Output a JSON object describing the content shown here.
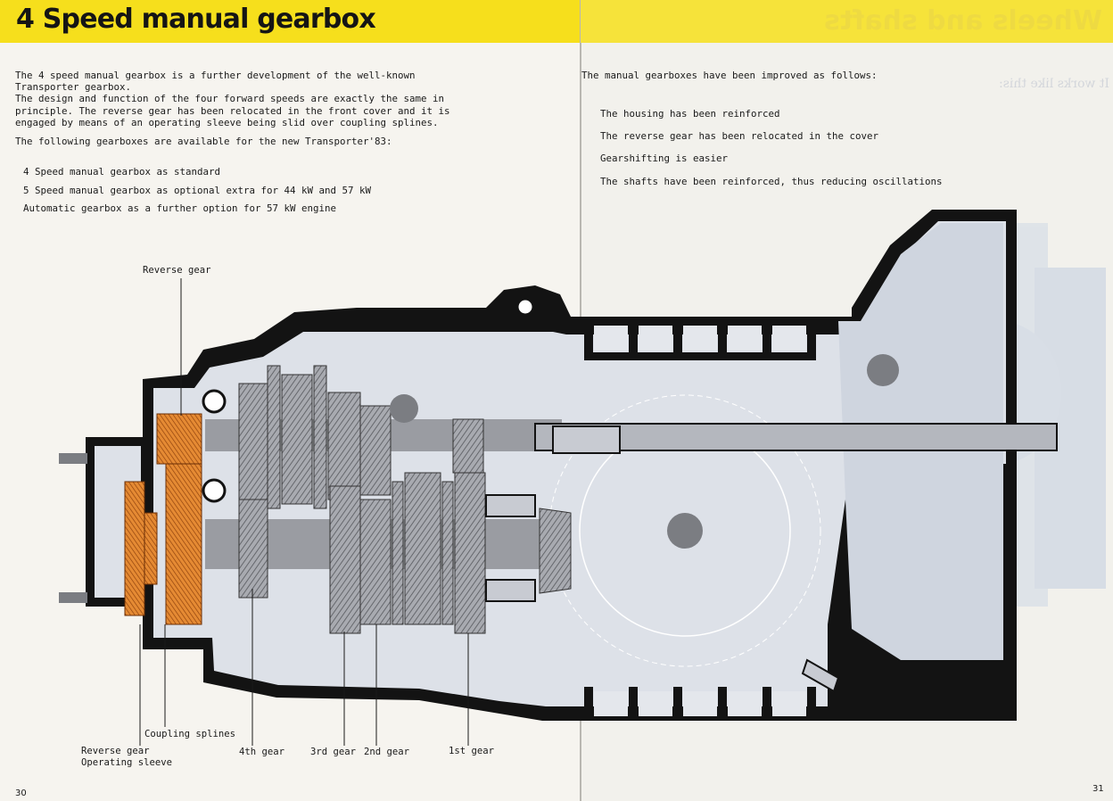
{
  "header": {
    "title": "4 Speed manual gearbox",
    "ghost_title": "Wheels and shafts"
  },
  "left_page": {
    "intro_lines": [
      "The 4 speed manual gearbox is a further development of the well-known",
      "Transporter gearbox.",
      "The design and function of the four forward speeds are exactly the same in",
      "principle. The reverse gear has been relocated in the front cover and it is",
      "engaged by means of an operating sleeve being slid over coupling splines."
    ],
    "availability_heading": "The following gearboxes are available for the new Transporter'83:",
    "gearbox_options": [
      "4 Speed manual gearbox as standard",
      "5 Speed manual gearbox as optional extra for 44 kW and 57 kW",
      "Automatic gearbox as a further option for 57 kW engine"
    ],
    "page_number": "30"
  },
  "right_page": {
    "improvements_heading": "The manual gearboxes have been improved as follows:",
    "improvements": [
      "The housing has been reinforced",
      "The reverse gear has been relocated in the cover",
      "Gearshifting is easier",
      "The shafts have been reinforced, thus reducing oscillations"
    ],
    "page_number": "31",
    "ghost_text": "It works like this:"
  },
  "diagram_labels": {
    "reverse_gear_top": "Reverse gear",
    "coupling_splines": "Coupling splines",
    "reverse_gear_bottom": "Reverse gear",
    "operating_sleeve": "Operating sleeve",
    "fourth_gear": "4th gear",
    "third_gear": "3rd gear",
    "second_gear": "2nd gear",
    "first_gear": "1st gear"
  },
  "colors": {
    "banner_yellow": "#f6df1c",
    "housing_black": "#111111",
    "interior_grey": "#dfe2e8",
    "gear_grey": "#8e9096",
    "highlight_orange": "#e0792a"
  }
}
